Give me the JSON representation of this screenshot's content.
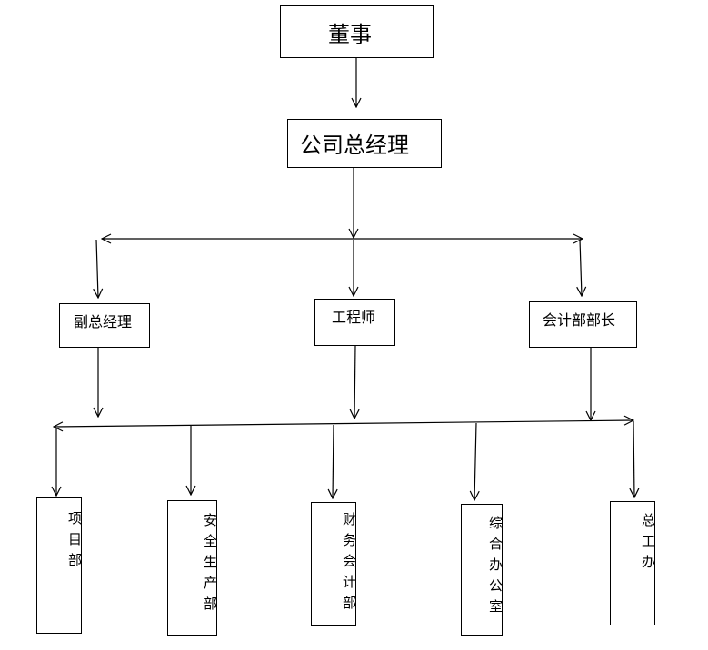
{
  "org_chart": {
    "top": {
      "label": "董事"
    },
    "gm": {
      "label": "公司总经理"
    },
    "managers": [
      {
        "label": "副总经理"
      },
      {
        "label": "工程师"
      },
      {
        "label": "会计部部长"
      }
    ],
    "departments": [
      {
        "label": "项目部"
      },
      {
        "label": "安全生产部"
      },
      {
        "label": "财务会计部"
      },
      {
        "label": "综合办公室"
      },
      {
        "label": "总工办"
      }
    ]
  }
}
